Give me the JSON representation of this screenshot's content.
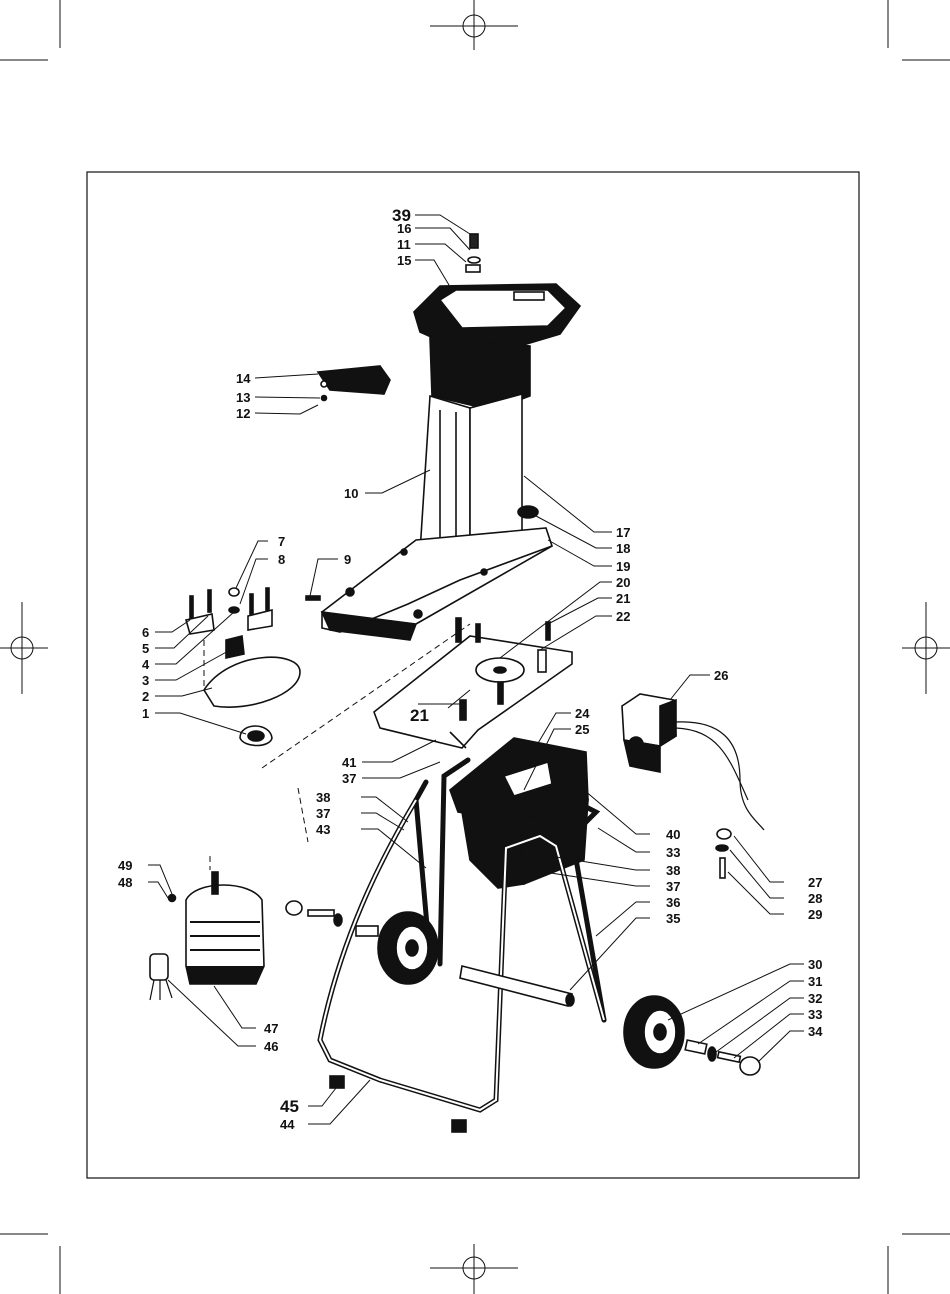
{
  "diagram": {
    "title": "",
    "labels": {
      "p1": "1",
      "p2": "2",
      "p3": "3",
      "p4": "4",
      "p5": "5",
      "p6": "6",
      "p7": "7",
      "p8": "8",
      "p9": "9",
      "p10": "10",
      "p11": "11",
      "p12": "12",
      "p13": "13",
      "p14": "14",
      "p15": "15",
      "p16": "16",
      "p17": "17",
      "p18": "18",
      "p19": "19",
      "p20": "20",
      "p21a": "21",
      "p21b": "21",
      "p22": "22",
      "p24": "24",
      "p25": "25",
      "p26": "26",
      "p27": "27",
      "p28": "28",
      "p29": "29",
      "p30": "30",
      "p31": "31",
      "p32": "32",
      "p33a": "33",
      "p33b": "33",
      "p34": "34",
      "p35": "35",
      "p36": "36",
      "p37a": "37",
      "p37b": "37",
      "p37c": "37",
      "p38a": "38",
      "p38b": "38",
      "p39": "39",
      "p40": "40",
      "p41": "41",
      "p43": "43",
      "p44": "44",
      "p45": "45",
      "p46": "46",
      "p47": "47",
      "p48": "48",
      "p49": "49"
    }
  }
}
